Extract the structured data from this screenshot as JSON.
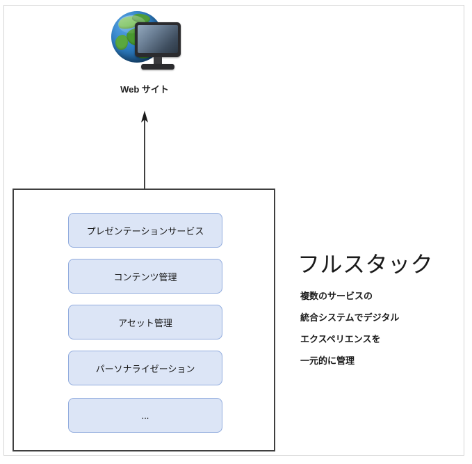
{
  "diagram": {
    "website_node": {
      "icon": "globe-monitor-icon",
      "label": "Web サイト"
    },
    "arrow": {
      "name": "upward-arrow",
      "direction": "up",
      "color": "#404040"
    },
    "stack": {
      "border_color": "#3f3f3f",
      "box_fill": "#dce5f6",
      "box_border": "#8faadd",
      "items": [
        {
          "label": "プレゼンテーションサービス"
        },
        {
          "label": "コンテンツ管理"
        },
        {
          "label": "アセット管理"
        },
        {
          "label": "パーソナライゼーション"
        },
        {
          "label": "..."
        }
      ]
    },
    "side": {
      "heading": "フルスタック",
      "body_lines": [
        "複数のサービスの",
        "統合システムでデジタル",
        "エクスペリエンスを",
        "一元的に管理"
      ]
    }
  }
}
